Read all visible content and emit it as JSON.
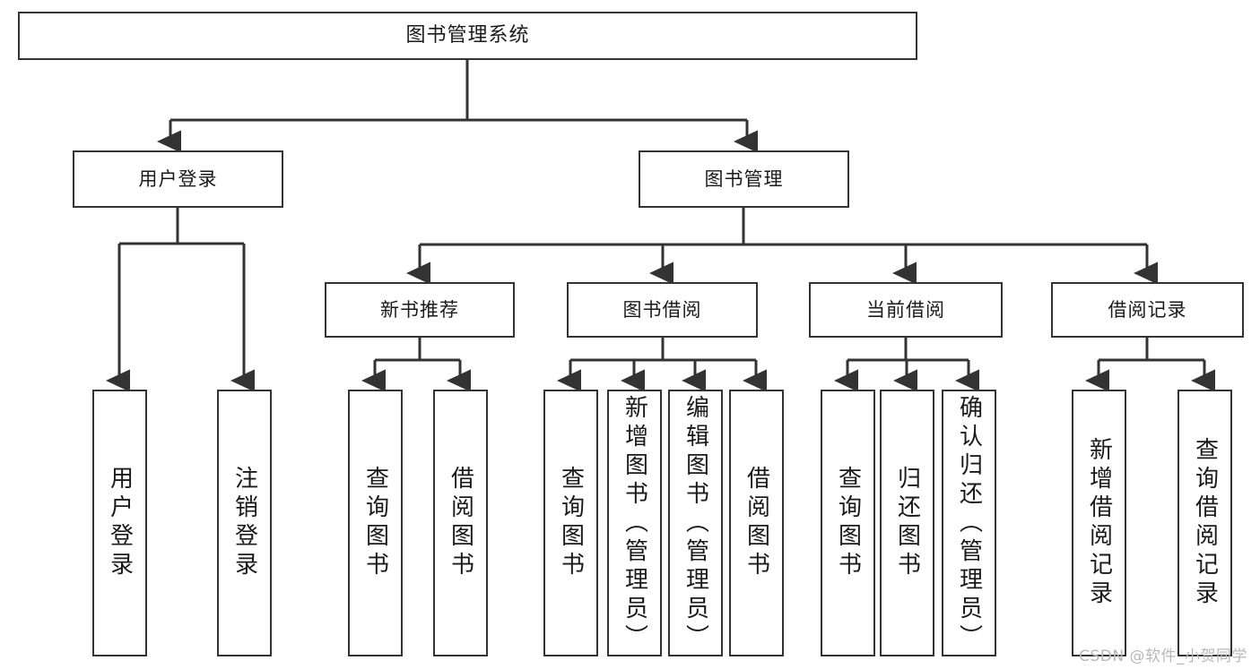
{
  "diagram": {
    "title": "图书管理系统",
    "type": "tree-hierarchy-chart",
    "root": {
      "label": "图书管理系统"
    },
    "level1": [
      {
        "label": "用户登录"
      },
      {
        "label": "图书管理"
      }
    ],
    "level2": [
      {
        "label": "新书推荐"
      },
      {
        "label": "图书借阅"
      },
      {
        "label": "当前借阅"
      },
      {
        "label": "借阅记录"
      }
    ],
    "leaves": {
      "user_login": [
        {
          "label": "用户登录"
        },
        {
          "label": "注销登录"
        }
      ],
      "new_book_recommend": [
        {
          "label": "查询图书"
        },
        {
          "label": "借阅图书"
        }
      ],
      "book_borrow": [
        {
          "label": "查询图书"
        },
        {
          "label": "新增图书（管理员）"
        },
        {
          "label": "编辑图书（管理员）"
        },
        {
          "label": "借阅图书"
        }
      ],
      "current_borrow": [
        {
          "label": "查询图书"
        },
        {
          "label": "归还图书"
        },
        {
          "label": "确认归还（管理员）"
        }
      ],
      "borrow_record": [
        {
          "label": "新增借阅记录"
        },
        {
          "label": "查询借阅记录"
        }
      ]
    }
  },
  "watermark": {
    "text": "CSDN @软件_小贺同学"
  },
  "colors": {
    "border": "#333333",
    "text": "#1a1a1a",
    "background": "#ffffff",
    "watermark": "#b8b8b8"
  }
}
